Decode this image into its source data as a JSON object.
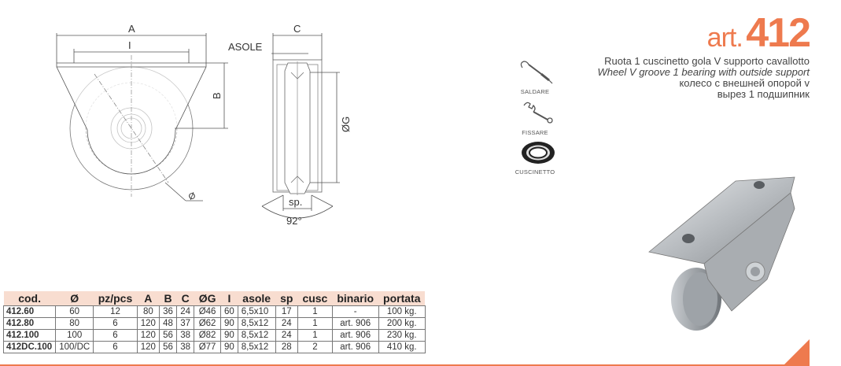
{
  "title": {
    "prefix": "art.",
    "number": "412"
  },
  "description": {
    "it": "Ruota 1 cuscinetto gola V supporto cavallotto",
    "en": "Wheel V groove 1 bearing with outside support",
    "ru1": "колесо с внешней опорой v",
    "ru2": "вырез 1 подшипник"
  },
  "icons": [
    {
      "name": "weld-icon",
      "label": "SALDARE"
    },
    {
      "name": "wrench-icon",
      "label": "FISSARE"
    },
    {
      "name": "bearing-icon",
      "label": "CUSCINETTO"
    }
  ],
  "drawing": {
    "dim_A": "A",
    "dim_I": "I",
    "dim_B": "B",
    "dim_C": "C",
    "asole": "ASOLE",
    "dim_G": "ØG",
    "diam": "Ø",
    "sp": "sp.",
    "angle": "92°"
  },
  "table": {
    "headers": [
      "cod.",
      "Ø",
      "pz/pcs",
      "A",
      "B",
      "C",
      "ØG",
      "I",
      "asole",
      "sp",
      "cusc",
      "binario",
      "portata"
    ],
    "rows": [
      [
        "412.60",
        "60",
        "12",
        "80",
        "36",
        "24",
        "Ø46",
        "60",
        "6,5x10",
        "17",
        "1",
        "-",
        "100 kg."
      ],
      [
        "412.80",
        "80",
        "6",
        "120",
        "48",
        "37",
        "Ø62",
        "90",
        "8,5x12",
        "24",
        "1",
        "art. 906",
        "200 kg."
      ],
      [
        "412.100",
        "100",
        "6",
        "120",
        "56",
        "38",
        "Ø82",
        "90",
        "8,5x12",
        "24",
        "1",
        "art. 906",
        "230 kg."
      ],
      [
        "412DC.100",
        "100/DC",
        "6",
        "120",
        "56",
        "38",
        "Ø77",
        "90",
        "8,5x12",
        "28",
        "2",
        "art. 906",
        "410 kg."
      ]
    ]
  },
  "colors": {
    "accent": "#ee7a4e",
    "header_bg": "#f8ddd0"
  }
}
